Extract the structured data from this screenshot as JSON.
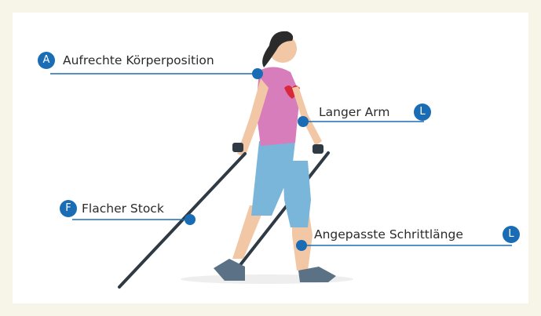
{
  "colors": {
    "accent": "#1a6db5",
    "page_bg": "#f6f5e7",
    "card_bg": "#ffffff",
    "shirt": "#d77dbb",
    "pants": "#7ab5da",
    "shoe": "#5a7186"
  },
  "annotations": [
    {
      "id": "A",
      "badge": "A",
      "text": "Aufrechte Körperposition"
    },
    {
      "id": "L1",
      "badge": "L",
      "text": "Langer Arm"
    },
    {
      "id": "F",
      "badge": "F",
      "text": "Flacher Stock"
    },
    {
      "id": "L2",
      "badge": "L",
      "text": "Angepasste Schrittlänge"
    }
  ]
}
